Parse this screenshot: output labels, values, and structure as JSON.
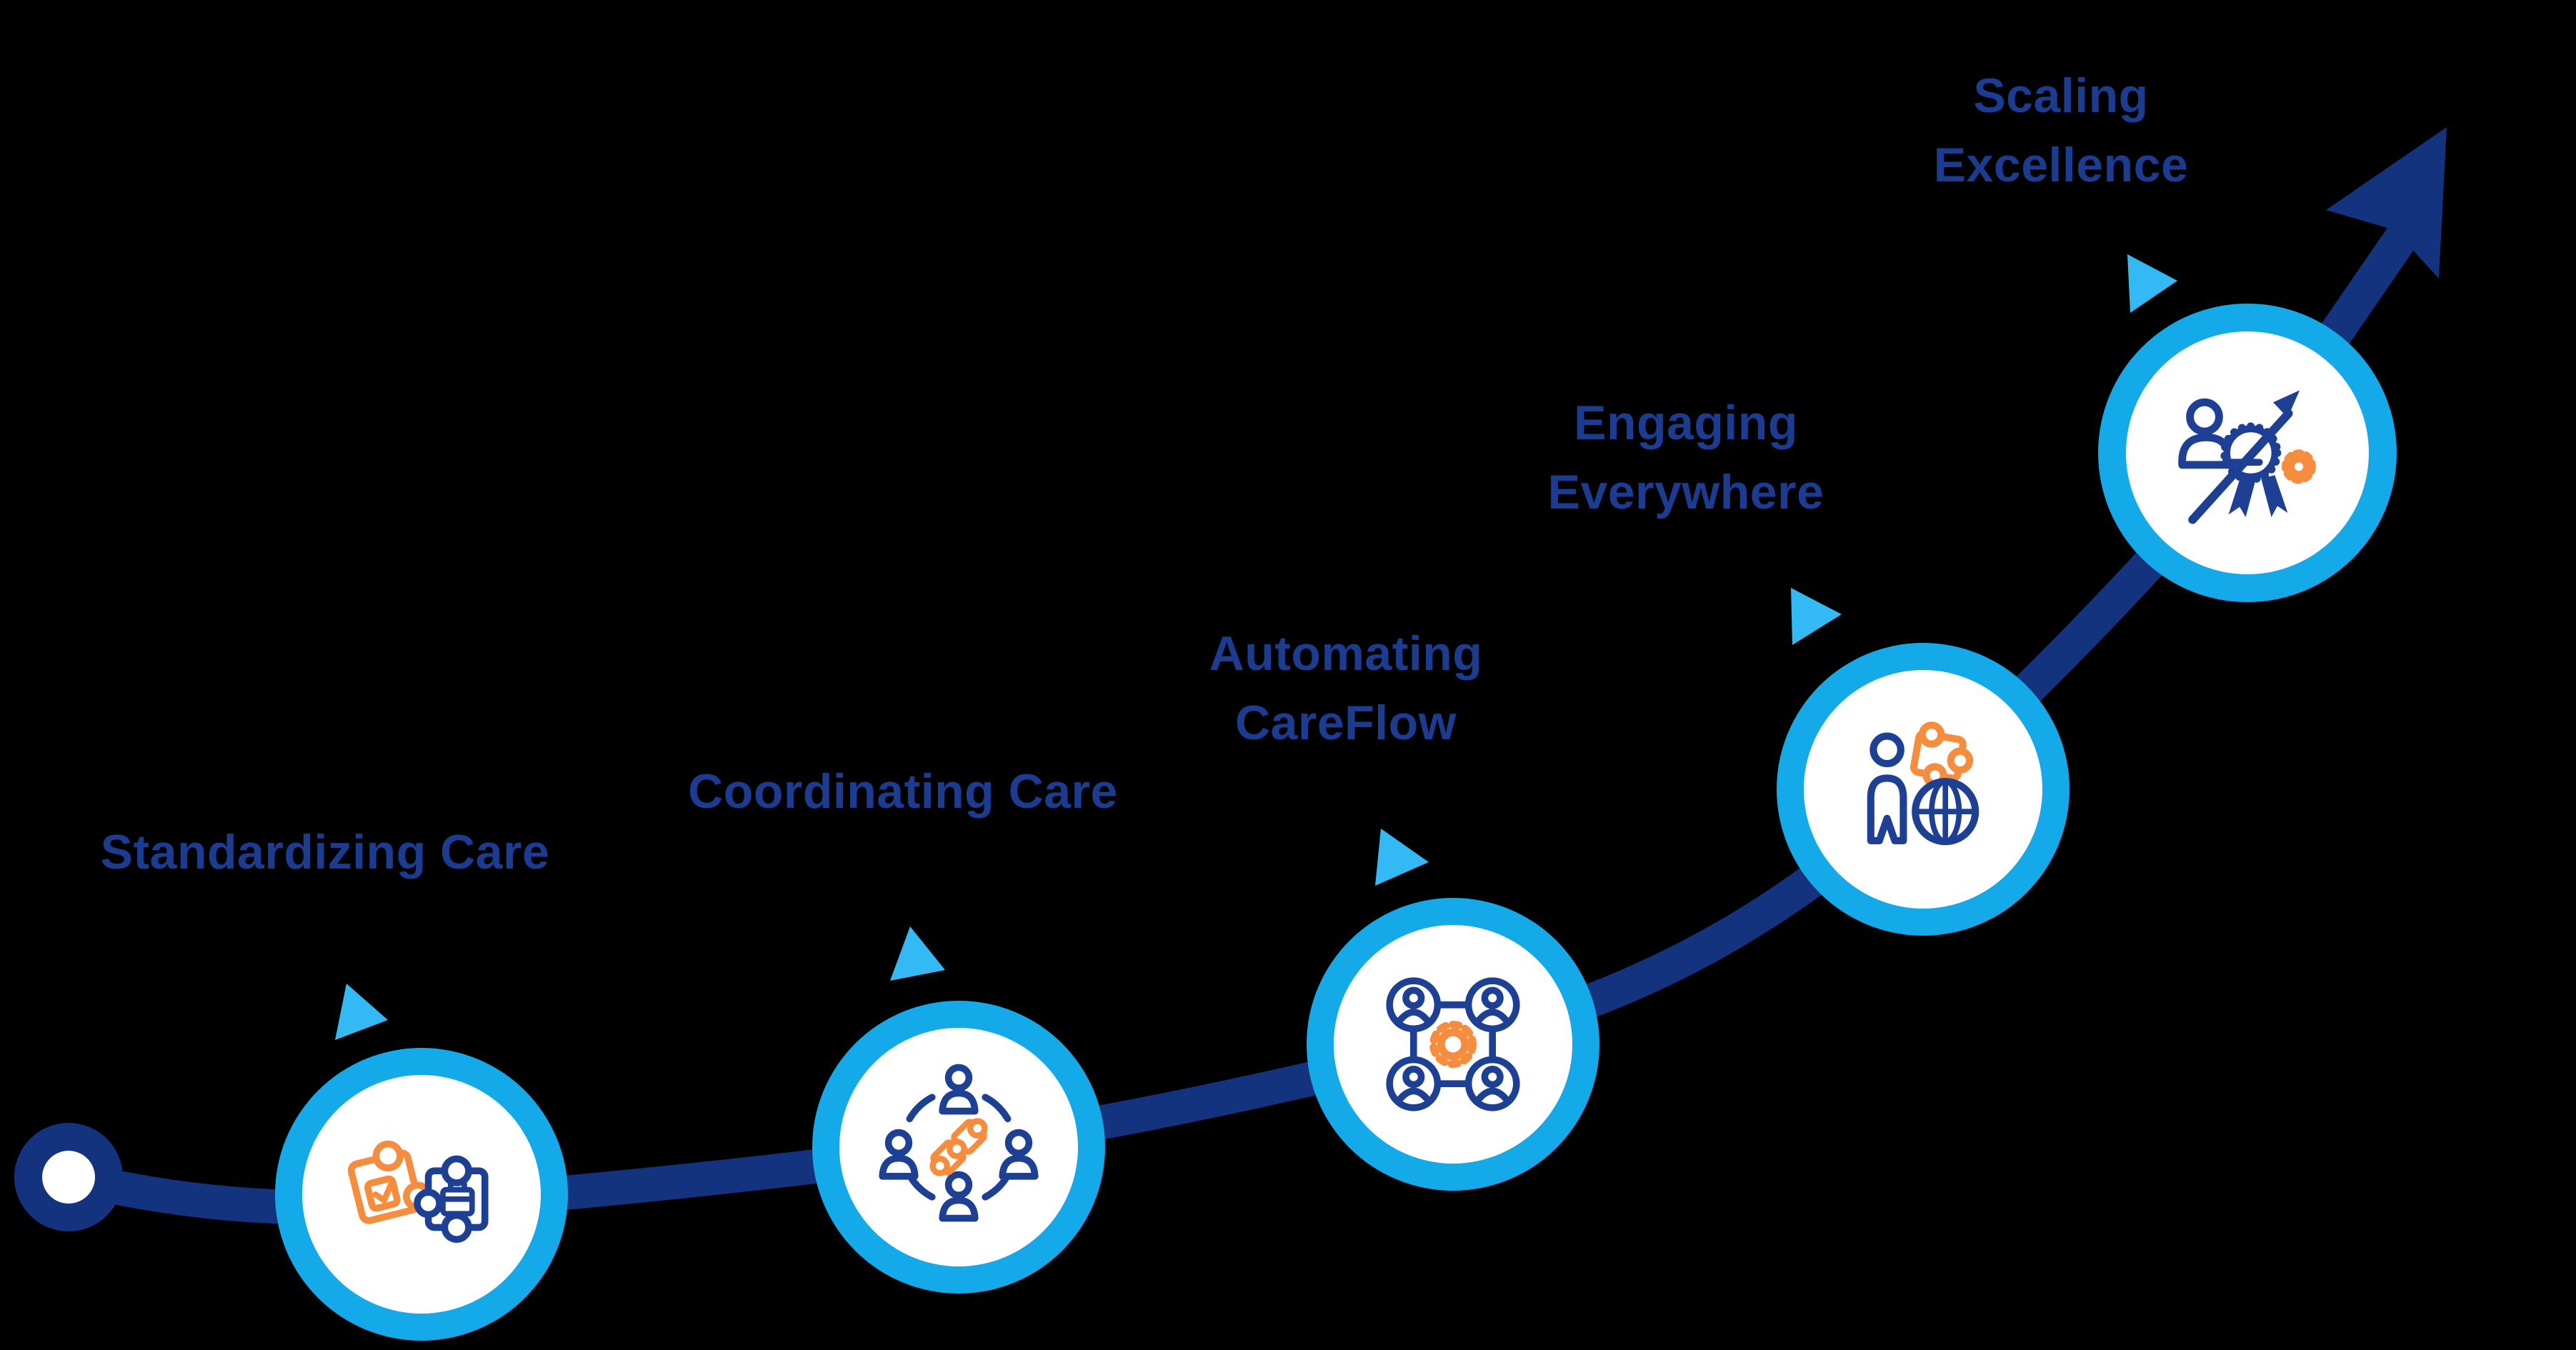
{
  "diagram": {
    "type": "growth-journey-roadmap",
    "background_color": "#000000",
    "colors": {
      "path_navy": "#14337E",
      "icon_navy": "#1D4094",
      "label_navy": "#1B3C90",
      "accent_orange": "#F68C3E",
      "circle_ring_blue": "#14AAEA",
      "marker_triangle_blue": "#33BAF4",
      "circle_fill": "#FFFFFF"
    },
    "start_marker": "journey-start-dot",
    "end_marker": "growth-arrow",
    "milestones": [
      {
        "label": "Standardizing Care",
        "icon": "puzzle-check-calendar-icon"
      },
      {
        "label": "Coordinating Care",
        "icon": "team-circle-puzzle-icon"
      },
      {
        "label": "Automating CareFlow",
        "icon": "connected-users-gear-icon"
      },
      {
        "label": "Engaging Everywhere",
        "icon": "person-puzzle-globe-icon"
      },
      {
        "label": "Scaling Excellence",
        "icon": "award-growth-arrow-gear-icon"
      }
    ]
  }
}
